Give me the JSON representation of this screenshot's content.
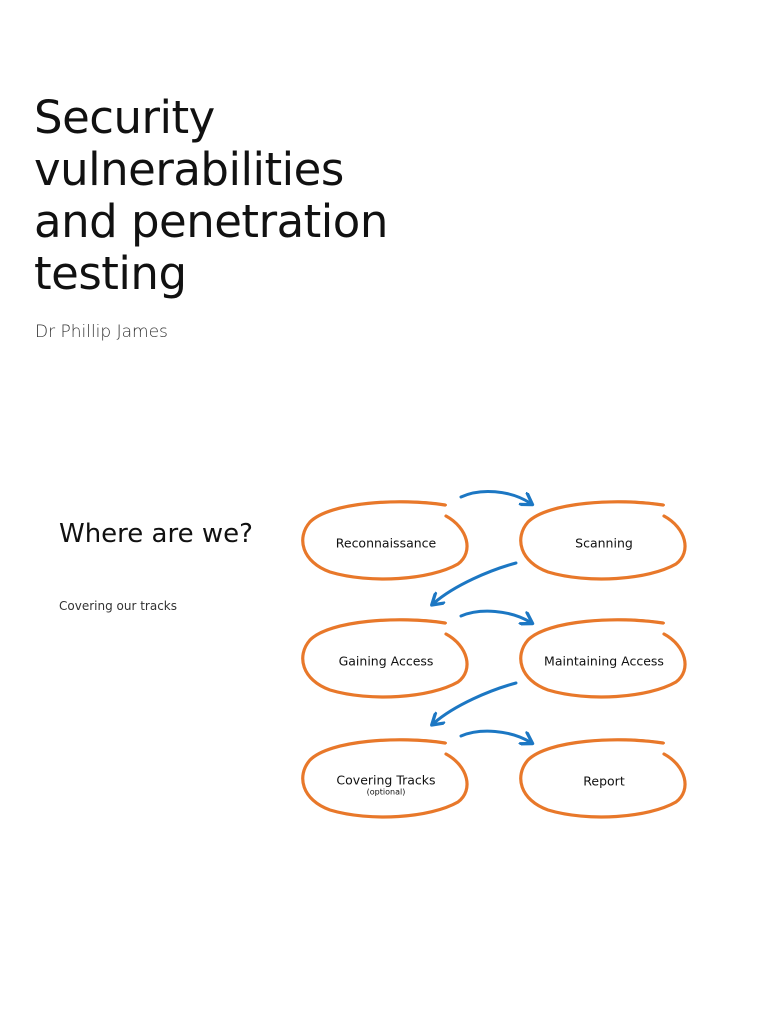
{
  "title": {
    "lines": [
      "Security",
      "vulnerabilities",
      "and penetration",
      "testing"
    ]
  },
  "author": "Dr Phillip James",
  "section": {
    "heading": "Where are we?",
    "subtitle": "Covering our tracks"
  },
  "diagram": {
    "nodes": {
      "reconnaissance": "Reconnaissance",
      "scanning": "Scanning",
      "gaining_access": "Gaining Access",
      "maintaining_access": "Maintaining Access",
      "covering_tracks": "Covering Tracks",
      "covering_tracks_note": "(optional)",
      "report": "Report"
    },
    "ring_color": "#e8782a",
    "arrow_color": "#1c77c3"
  }
}
